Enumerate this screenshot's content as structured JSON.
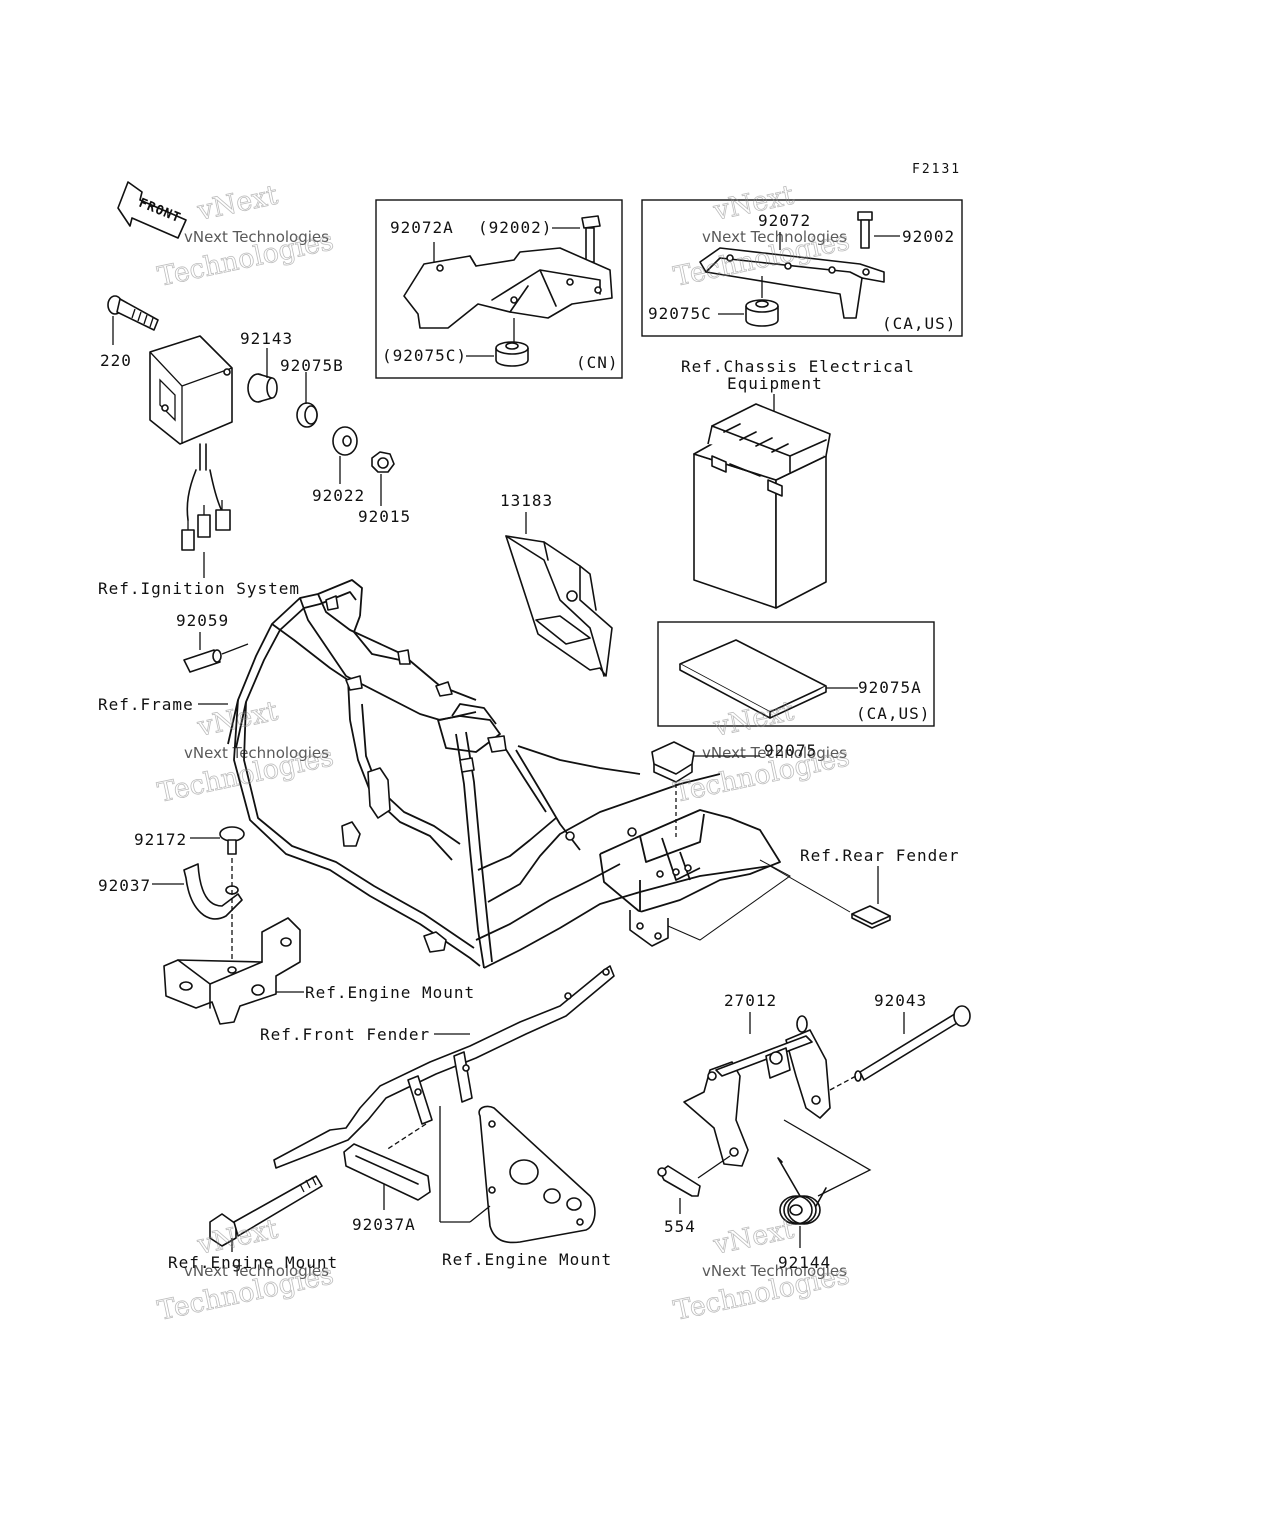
{
  "figure_code": "F2131",
  "front_label": "FRONT",
  "watermark": {
    "line1": "vNext Technologies",
    "line2": "vNext",
    "line3": "Technologies"
  },
  "labels": {
    "p220": "220",
    "p92143": "92143",
    "p92075b": "92075B",
    "p92022": "92022",
    "p92015": "92015",
    "ref_ignition": "Ref.Ignition System",
    "p92072a": "92072A",
    "p92002_paren": "(92002)",
    "p92075c_paren": "(92075C)",
    "cn": "(CN)",
    "p92072": "92072",
    "p92002": "92002",
    "p92075c": "92075C",
    "ca_us_1": "(CA,US)",
    "ref_chassis_1": "Ref.Chassis Electrical",
    "ref_chassis_2": "Equipment",
    "p13183": "13183",
    "p92075a": "92075A",
    "ca_us_2": "(CA,US)",
    "p92059": "92059",
    "ref_frame": "Ref.Frame",
    "p92075": "92075",
    "ref_rear_fender": "Ref.Rear Fender",
    "p92172": "92172",
    "p92037": "92037",
    "ref_engine_mount_1": "Ref.Engine Mount",
    "ref_front_fender": "Ref.Front Fender",
    "p27012": "27012",
    "p92043": "92043",
    "p554": "554",
    "p92144": "92144",
    "p92037a": "92037A",
    "ref_engine_mount_2": "Ref.Engine Mount",
    "ref_engine_mount_3": "Ref.Engine Mount"
  }
}
